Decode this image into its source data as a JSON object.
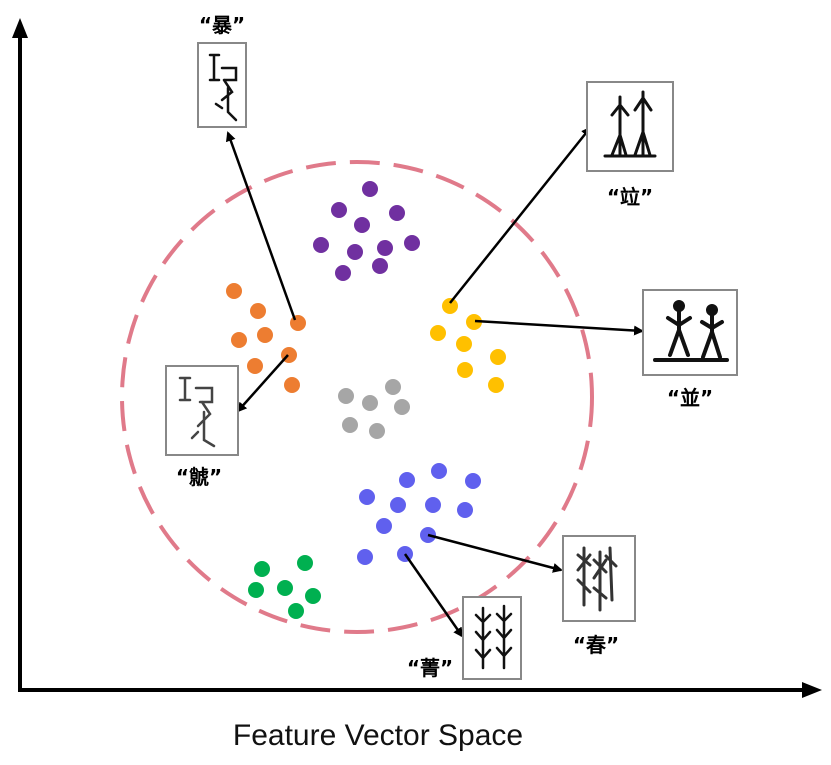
{
  "caption": "Feature Vector Space",
  "colors": {
    "purple": "#7030a0",
    "orange": "#ed7d31",
    "yellow": "#ffc000",
    "gray": "#a6a6a6",
    "blue": "#6060ee",
    "green": "#00b050",
    "circle": "#e07a8a",
    "axis": "#000000"
  },
  "clusters": [
    {
      "name": "purple-cluster",
      "color": "purple"
    },
    {
      "name": "orange-cluster",
      "color": "orange"
    },
    {
      "name": "yellow-cluster",
      "color": "yellow"
    },
    {
      "name": "gray-cluster",
      "color": "gray"
    },
    {
      "name": "blue-cluster",
      "color": "blue"
    },
    {
      "name": "green-cluster",
      "color": "green"
    }
  ],
  "glyphs": [
    {
      "name": "glyph-bao",
      "label": "“暴”"
    },
    {
      "name": "glyph-li",
      "label": "“竝”"
    },
    {
      "name": "glyph-bing",
      "label": "“並”"
    },
    {
      "name": "glyph-xi",
      "label": "“虩”"
    },
    {
      "name": "glyph-chun",
      "label": "“春”"
    },
    {
      "name": "glyph-jing",
      "label": "“菁”"
    }
  ]
}
